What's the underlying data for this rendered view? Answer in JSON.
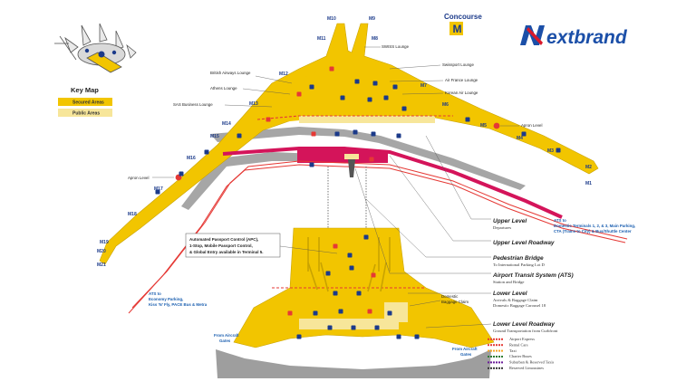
{
  "brand": {
    "logo_text": "Nextbrand",
    "logo_n": "N",
    "logo_rest": "extbrand"
  },
  "concourse": {
    "title": "Concourse",
    "letter": "M"
  },
  "key_map": {
    "title": "Key Map",
    "secured": "Secured Areas",
    "public": "Public Areas"
  },
  "gates": [
    "M10",
    "M9",
    "M11",
    "M8",
    "M12",
    "M7",
    "M13",
    "M6",
    "M14",
    "M5",
    "M15",
    "M4",
    "M16",
    "M3",
    "M17",
    "M2",
    "M18",
    "M1",
    "M19",
    "M20",
    "M21"
  ],
  "lounges": {
    "swiss": "SWISS Lounge",
    "swissport": "Swissport Lounge",
    "air_france": "Air France Lounge",
    "korean": "Korean Air Lounge",
    "british": "British Airways Lounge",
    "athens": "Athens Lounge",
    "sas": "SAS Business Lounge"
  },
  "apron_left": "Apron Level",
  "apron_right": "Apron Level",
  "apc_note": {
    "l1": "Automated Passport Control (APC),",
    "l2": "1-Stop, Mobile Passport Control,",
    "l3": "& Global Entry available in Terminal 5."
  },
  "ats_right": {
    "l1": "ATS to",
    "l2": "Domestic Terminals 1, 2, & 3, Main Parking,",
    "l3": "CTA (Trains to City) & Bus/Shuttle Center"
  },
  "ats_left": {
    "l1": "ATS to",
    "l2": "Economy Parking,",
    "l3": "Kiss 'N' Fly, PACE Bus & Metra"
  },
  "domestic_baggage": {
    "l1": "Domestic",
    "l2": "Baggage Claim"
  },
  "from_gates_left": {
    "l1": "From Aircraft",
    "l2": "Gates"
  },
  "from_gates_right": {
    "l1": "From Aircraft",
    "l2": "Gates"
  },
  "legend": [
    {
      "title": "Upper Level",
      "sub": "Departures"
    },
    {
      "title": "Upper Level Roadway",
      "sub": ""
    },
    {
      "title": "Pedestrian Bridge",
      "sub": "To International Parking Lot D"
    },
    {
      "title": "Airport Transit System (ATS)",
      "sub": "Station and Bridge"
    },
    {
      "title": "Lower Level",
      "sub": "Arrivals & Baggage Claim",
      "sub2": "Domestic Baggage Carousel 18"
    },
    {
      "title": "Lower Level Roadway",
      "sub": "Ground Transportation from Curbfront"
    }
  ],
  "transport": [
    {
      "label": "Airport Express",
      "color": "#e53935"
    },
    {
      "label": "Rental Cars",
      "color": "#e53935"
    },
    {
      "label": "Taxi",
      "color": "#f5a623"
    },
    {
      "label": "Charter Buses",
      "color": "#2e7d32"
    },
    {
      "label": "Suburban & Reserved Taxis",
      "color": "#6a1b9a"
    },
    {
      "label": "Reserved Limousines",
      "color": "#333333"
    }
  ],
  "colors": {
    "secured": "#f2c500",
    "public": "#f7e69a",
    "roadway": "#d4145a",
    "ats": "#e53935",
    "gray": "#9e9e9e",
    "brand_blue": "#1b4fa8",
    "brand_red": "#d9192b"
  }
}
